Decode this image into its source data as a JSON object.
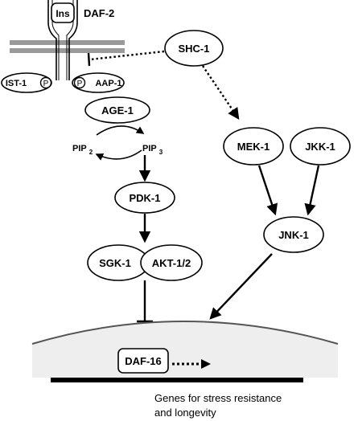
{
  "receptor": {
    "ligand": "Ins",
    "name": "DAF-2",
    "left_partner": "IST-1",
    "right_partner": "AAP-1",
    "phospho_left": "P",
    "phospho_right": "P"
  },
  "nodes": {
    "age1": "AGE-1",
    "pip2_base": "PIP",
    "pip2_sub": "2",
    "pip3_base": "PIP",
    "pip3_sub": "3",
    "pdk1": "PDK-1",
    "sgk1": "SGK-1",
    "akt": "AKT-1/2",
    "shc1": "SHC-1",
    "mek1": "MEK-1",
    "jkk1": "JKK-1",
    "jnk1": "JNK-1",
    "daf16": "DAF-16"
  },
  "genes": {
    "line1": "Genes for stress resistance",
    "line2": "and longevity"
  },
  "colors": {
    "membrane": "#9a9a9a",
    "nucleus_fill": "#eeeeee",
    "ink": "#000000"
  }
}
